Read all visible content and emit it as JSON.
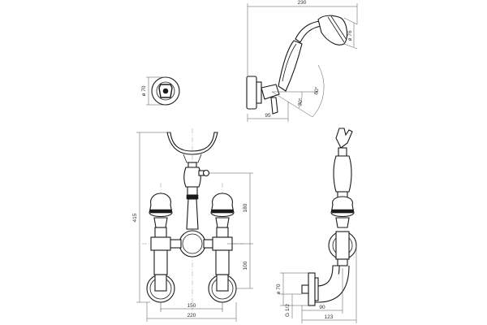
{
  "dimensions": {
    "handshower_width": "230",
    "handshower_head_dia": "ø 76",
    "handshower_angle_large": "60°",
    "handshower_angle_small": "30°",
    "handshower_depth": "95",
    "escutcheon_dia": "ø 70",
    "overall_height": "415",
    "holder_height": "180",
    "spout_height": "100",
    "inlet_centers": "150",
    "overall_width": "220",
    "inlet_dia": "ø 70",
    "thread_size": "G 1/2",
    "wall_to_center": "90",
    "overall_depth": "123"
  }
}
